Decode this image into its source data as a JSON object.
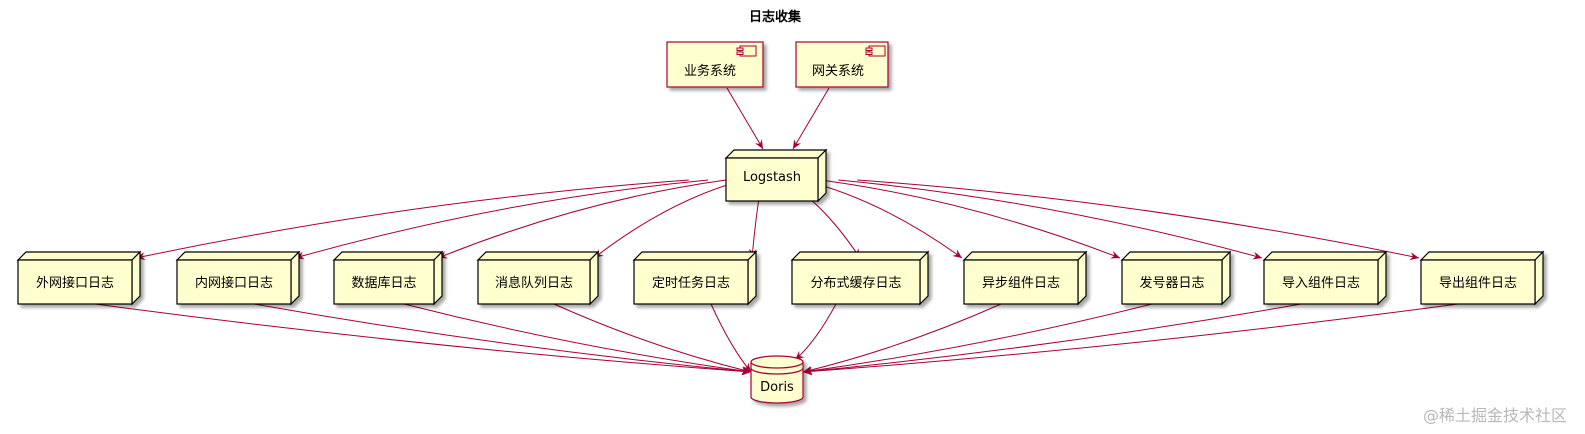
{
  "title": "日志收集",
  "colors": {
    "node_fill": "#FEFECE",
    "component_border": "#A80036",
    "node_border": "#000000",
    "arrow": "#A80036"
  },
  "sources": [
    {
      "id": "biz",
      "label": "业务系统",
      "icon": "component-icon"
    },
    {
      "id": "gateway",
      "label": "网关系统",
      "icon": "component-icon"
    }
  ],
  "collector": {
    "id": "logstash",
    "label": "Logstash"
  },
  "logs": [
    {
      "id": "l1",
      "label": "外网接口日志"
    },
    {
      "id": "l2",
      "label": "内网接口日志"
    },
    {
      "id": "l3",
      "label": "数据库日志"
    },
    {
      "id": "l4",
      "label": "消息队列日志"
    },
    {
      "id": "l5",
      "label": "定时任务日志"
    },
    {
      "id": "l6",
      "label": "分布式缓存日志"
    },
    {
      "id": "l7",
      "label": "异步组件日志"
    },
    {
      "id": "l8",
      "label": "发号器日志"
    },
    {
      "id": "l9",
      "label": "导入组件日志"
    },
    {
      "id": "l10",
      "label": "导出组件日志"
    }
  ],
  "storage": {
    "id": "doris",
    "label": "Doris"
  },
  "watermark": "@稀土掘金技术社区"
}
